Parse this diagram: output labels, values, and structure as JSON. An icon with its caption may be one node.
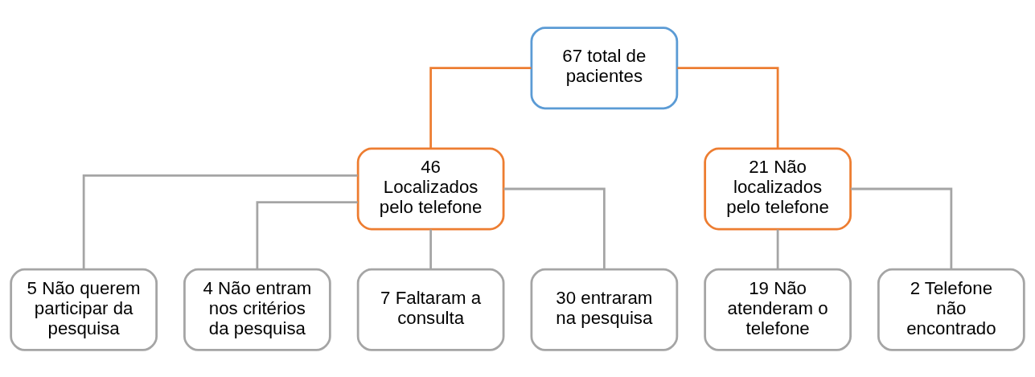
{
  "diagram": {
    "nodes": [
      {
        "text": [
          "67 total de pacientes"
        ]
      },
      {
        "text": [
          "46 Localizados pelo telefone"
        ]
      },
      {
        "text": [
          "21 Não localizados pelo telefone"
        ]
      },
      {
        "text": [
          "5 Não querem participar da pesquisa"
        ]
      },
      {
        "text": [
          "4 Não entram nos critérios da pesquisa"
        ]
      },
      {
        "text": [
          "7 Faltaram a consulta"
        ]
      },
      {
        "text": [
          "30 entraram na pesquisa"
        ]
      },
      {
        "text": [
          "19 Não atenderam o telefone"
        ]
      },
      {
        "text": [
          "2 Telefone não encontrado"
        ]
      }
    ],
    "edges": [
      {
        "from": 0,
        "to": 1,
        "arrow": "none",
        "color": "#ed7d31"
      },
      {
        "from": 0,
        "to": 2,
        "arrow": "none",
        "color": "#ed7d31"
      },
      {
        "from": 1,
        "to": 3,
        "arrow": "none"
      },
      {
        "from": 1,
        "to": 4,
        "arrow": "none"
      },
      {
        "from": 1,
        "to": 5,
        "arrow": "none"
      },
      {
        "from": 1,
        "to": 6,
        "arrow": "none"
      },
      {
        "from": 2,
        "to": 7,
        "arrow": "none"
      },
      {
        "from": 2,
        "to": 8,
        "arrow": "none"
      }
    ]
  }
}
